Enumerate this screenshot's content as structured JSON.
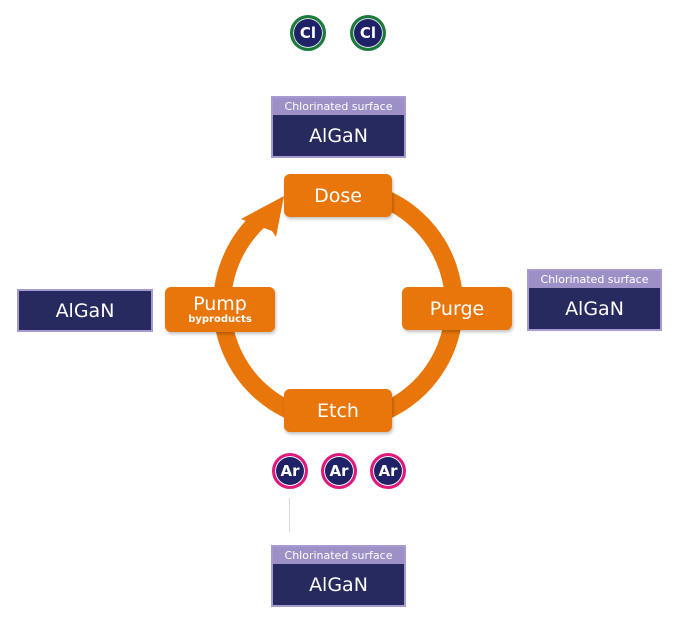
{
  "diagram": {
    "title": "Atomic layer etching cycle of AlGaN",
    "colors": {
      "step_fill": "#e8760a",
      "step_text": "#ffffff",
      "material_fill": "#272a5e",
      "label_band": "#9d90c7",
      "cl_ring": "#1a7a3c",
      "ar_ring": "#e0197d",
      "atom_fill": "#1f2266"
    },
    "steps": [
      {
        "id": "dose",
        "label": "Dose",
        "sublabel": ""
      },
      {
        "id": "purge",
        "label": "Purge",
        "sublabel": ""
      },
      {
        "id": "etch",
        "label": "Etch",
        "sublabel": ""
      },
      {
        "id": "pump",
        "label": "Pump",
        "sublabel": "byproducts"
      }
    ],
    "samples": {
      "top": {
        "label": "Chlorinated surface",
        "material": "AlGaN"
      },
      "right": {
        "label": "Chlorinated surface",
        "material": "AlGaN"
      },
      "bottom": {
        "label": "Chlorinated surface",
        "material": "AlGaN"
      },
      "left": {
        "label": "",
        "material": "AlGaN"
      }
    },
    "chlorine_atoms": [
      "Cl",
      "Cl"
    ],
    "argon_atoms": [
      "Ar",
      "Ar",
      "Ar"
    ],
    "cycle_direction": "clockwise"
  }
}
